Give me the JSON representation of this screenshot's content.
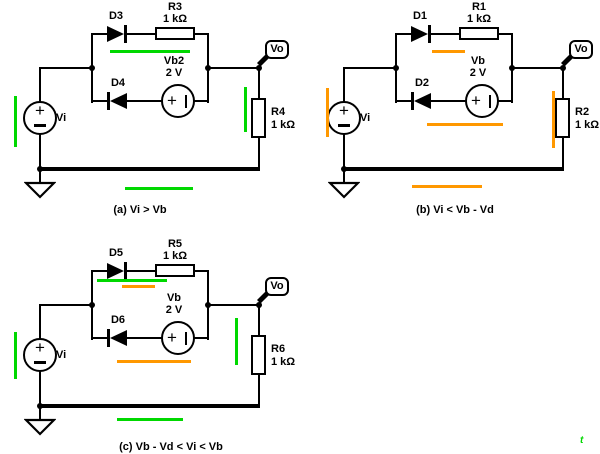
{
  "figure": {
    "watermark": "t",
    "colors": {
      "current_green": "#00d800",
      "current_orange": "#ff9800",
      "wire": "#000000",
      "background": "#ffffff"
    }
  },
  "circuits": [
    {
      "caption": "(a) Vi > Vb",
      "input_source_label": "Vi",
      "output_probe_label": "Vo",
      "diode_top": "D3",
      "diode_bottom": "D4",
      "series_resistor": {
        "name": "R3",
        "value": "1 kΩ"
      },
      "load_resistor": {
        "name": "R4",
        "value": "1 kΩ"
      },
      "battery": {
        "name": "Vb2",
        "value": "2 V"
      },
      "current_arrows": [
        {
          "segment": "input-source-branch",
          "direction": "up",
          "color": "green"
        },
        {
          "segment": "top-diode-branch",
          "direction": "right",
          "color": "green"
        },
        {
          "segment": "load-resistor-branch",
          "direction": "down",
          "color": "green"
        },
        {
          "segment": "ground-rail",
          "direction": "left",
          "color": "green"
        }
      ]
    },
    {
      "caption": "(b) Vi < Vb - Vd",
      "input_source_label": "Vi",
      "output_probe_label": "Vo",
      "diode_top": "D1",
      "diode_bottom": "D2",
      "series_resistor": {
        "name": "R1",
        "value": "1 kΩ"
      },
      "load_resistor": {
        "name": "R2",
        "value": "1 kΩ"
      },
      "battery": {
        "name": "Vb",
        "value": "2 V"
      },
      "current_arrows": [
        {
          "segment": "input-source-branch",
          "direction": "down",
          "color": "orange"
        },
        {
          "segment": "top-diode-branch",
          "direction": "right",
          "color": "orange"
        },
        {
          "segment": "bottom-diode-branch",
          "direction": "left",
          "color": "orange"
        },
        {
          "segment": "load-resistor-branch",
          "direction": "up",
          "color": "orange"
        },
        {
          "segment": "ground-rail",
          "direction": "right",
          "color": "orange"
        }
      ]
    },
    {
      "caption": "(c) Vb - Vd < Vi < Vb",
      "input_source_label": "Vi",
      "output_probe_label": "Vo",
      "diode_top": "D5",
      "diode_bottom": "D6",
      "series_resistor": {
        "name": "R5",
        "value": "1 kΩ"
      },
      "load_resistor": {
        "name": "R6",
        "value": "1 kΩ"
      },
      "battery": {
        "name": "Vb",
        "value": "2 V"
      },
      "current_arrows": [
        {
          "segment": "input-source-branch",
          "direction": "up",
          "color": "green"
        },
        {
          "segment": "top-diode-branch",
          "direction": "right",
          "color": "green"
        },
        {
          "segment": "top-diode-branch",
          "direction": "right",
          "color": "orange"
        },
        {
          "segment": "bottom-diode-branch",
          "direction": "left",
          "color": "orange"
        },
        {
          "segment": "load-resistor-branch",
          "direction": "down",
          "color": "green"
        },
        {
          "segment": "ground-rail",
          "direction": "left",
          "color": "green"
        }
      ]
    }
  ]
}
